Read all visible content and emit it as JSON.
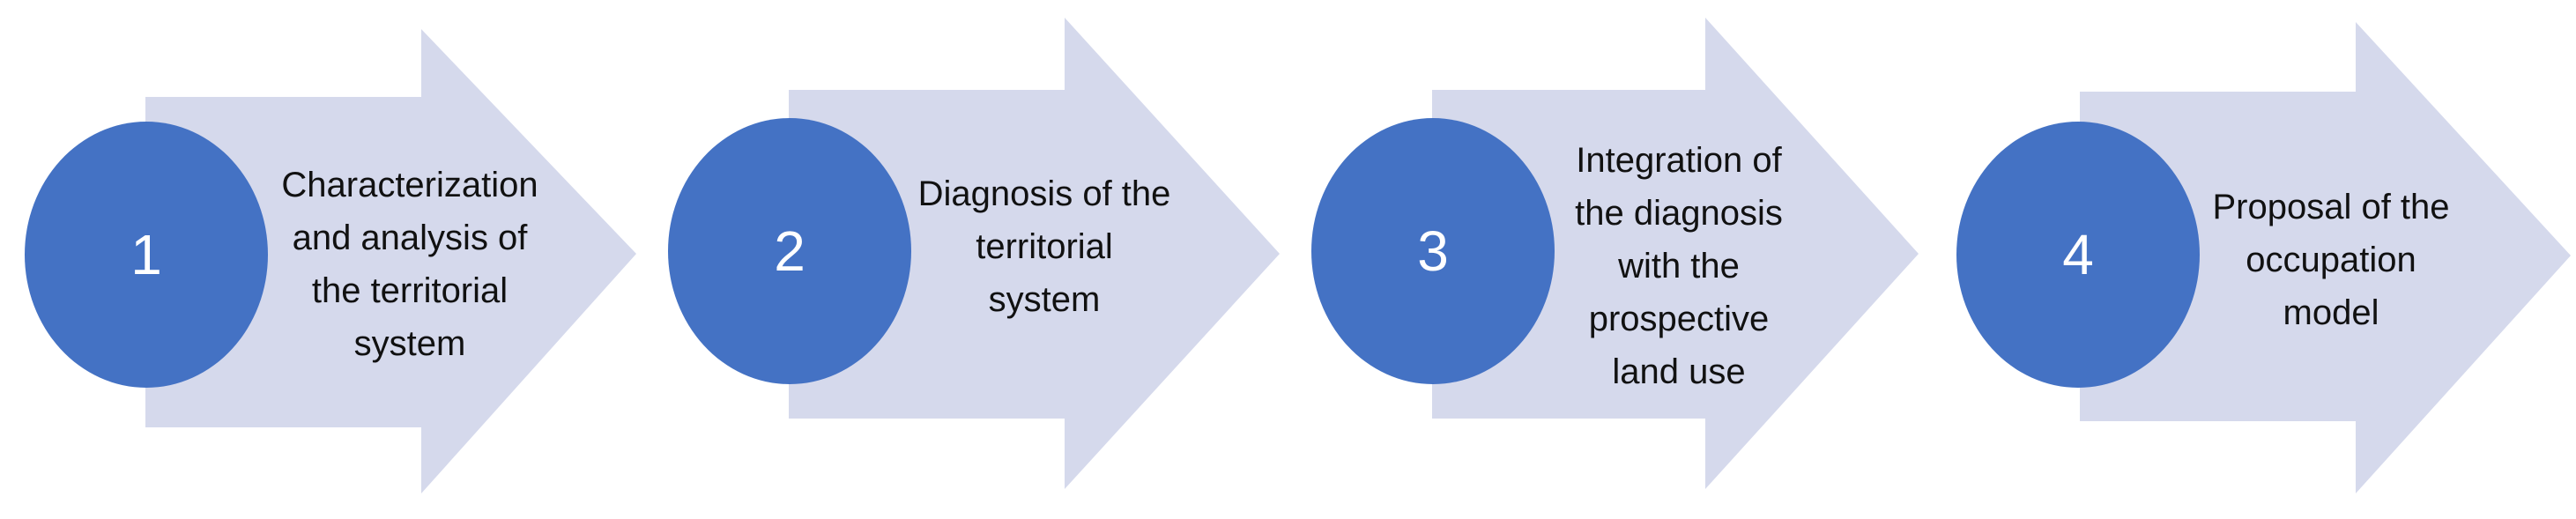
{
  "steps": [
    {
      "number": "1",
      "label": "Characterization\nand analysis of\nthe territorial\nsystem"
    },
    {
      "number": "2",
      "label": "Diagnosis of the\nterritorial\nsystem"
    },
    {
      "number": "3",
      "label": "Integration of\nthe diagnosis\nwith the\nprospective\nland use"
    },
    {
      "number": "4",
      "label": "Proposal of the\noccupation\nmodel"
    }
  ],
  "colors": {
    "arrow_fill": "#d5d9ec",
    "circle_fill": "#4472c4",
    "number_text": "#ffffff",
    "label_text": "#111111"
  }
}
